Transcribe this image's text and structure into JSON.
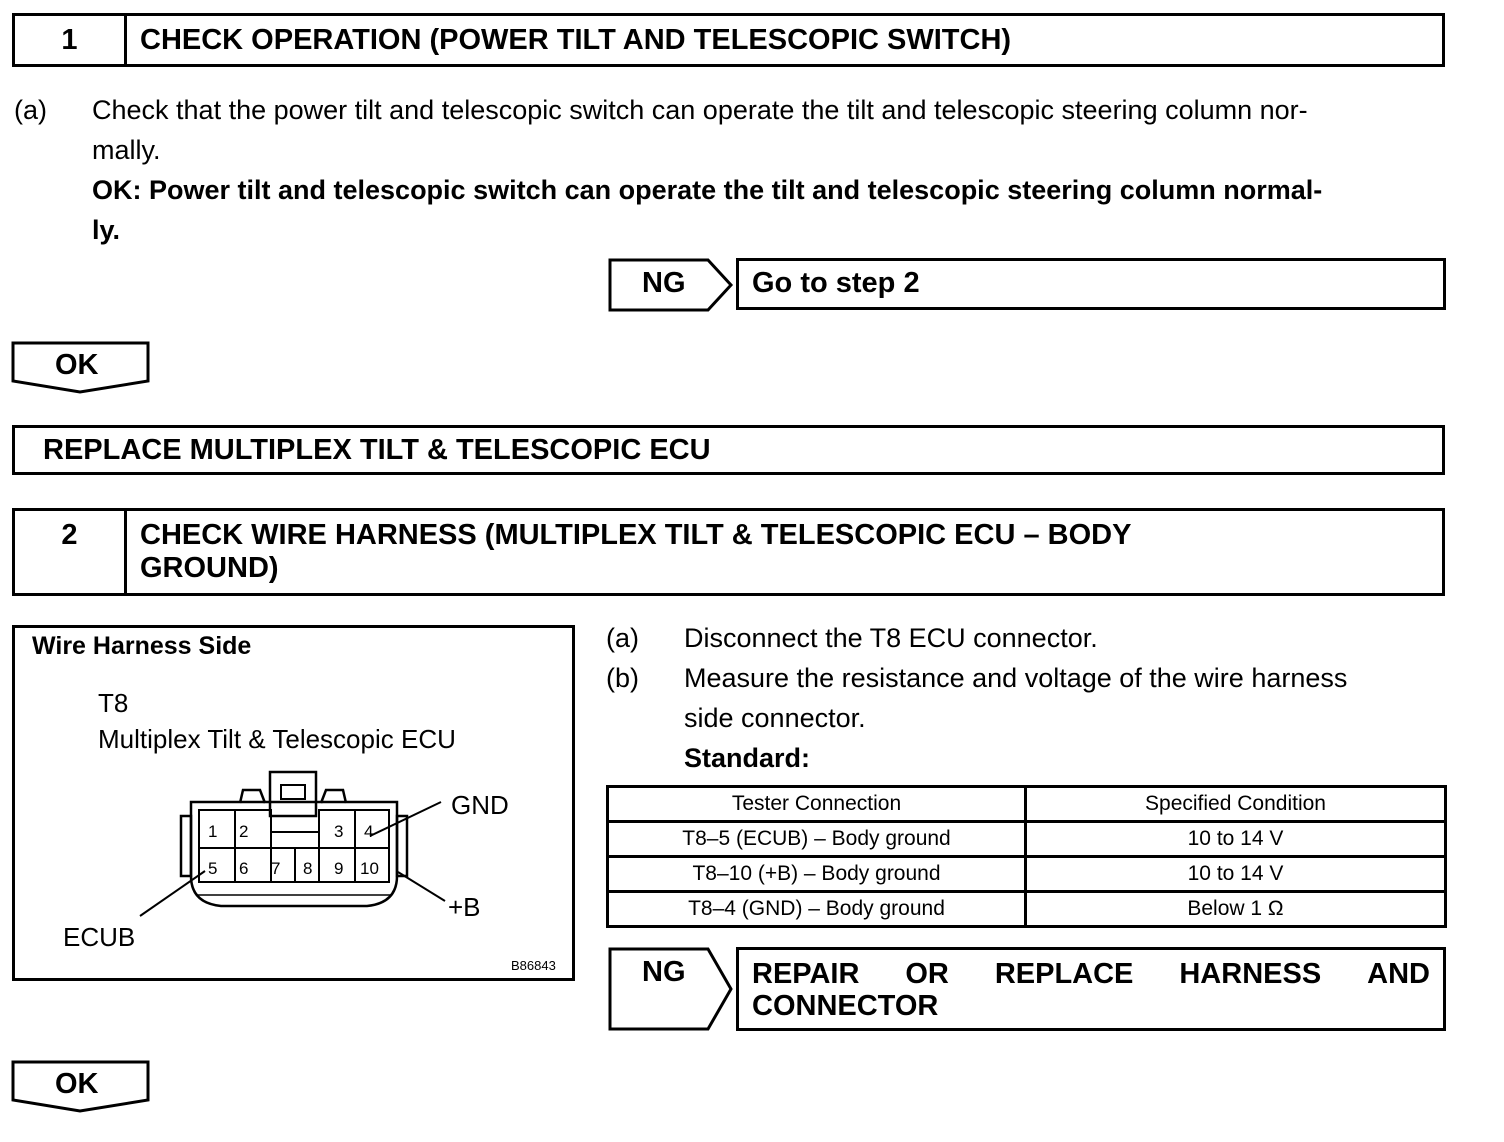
{
  "step1": {
    "number": "1",
    "title": "CHECK OPERATION (POWER TILT AND TELESCOPIC SWITCH)",
    "item_a_label": "(a)",
    "item_a_text_line1": "Check that the power tilt and telescopic switch can operate the tilt and telescopic steering column nor-",
    "item_a_text_line2": "mally.",
    "ok_line1": "OK: Power tilt and telescopic switch can operate the tilt and telescopic steering column normal-",
    "ok_line2": "ly.",
    "ng_label": "NG",
    "ng_action": "Go to step 2",
    "ok_label": "OK",
    "replace_text": "REPLACE MULTIPLEX TILT & TELESCOPIC ECU"
  },
  "step2": {
    "number": "2",
    "title_line1": "CHECK WIRE HARNESS (MULTIPLEX TILT & TELESCOPIC ECU – BODY",
    "title_line2": "GROUND)",
    "diagram": {
      "heading": "Wire Harness Side",
      "connector_id": "T8",
      "connector_name": "Multiplex Tilt & Telescopic ECU",
      "pins_top": [
        "1",
        "2",
        "3",
        "4"
      ],
      "pins_bottom": [
        "5",
        "6",
        "7",
        "8",
        "9",
        "10"
      ],
      "label_gnd": "GND",
      "label_b": "+B",
      "label_ecub": "ECUB",
      "figure_code": "B86843"
    },
    "item_a_label": "(a)",
    "item_a_text": "Disconnect the T8 ECU connector.",
    "item_b_label": "(b)",
    "item_b_text_line1": "Measure the resistance and voltage of the wire harness",
    "item_b_text_line2": "side connector.",
    "standard_label": "Standard:",
    "table": {
      "headers": [
        "Tester Connection",
        "Specified Condition"
      ],
      "rows": [
        [
          "T8–5 (ECUB) – Body ground",
          "10 to 14 V"
        ],
        [
          "T8–10 (+B) – Body ground",
          "10 to 14 V"
        ],
        [
          "T8–4 (GND) – Body ground",
          "Below 1 Ω"
        ]
      ]
    },
    "ng_label": "NG",
    "ng_action_line1": [
      "REPAIR",
      "OR",
      "REPLACE",
      "HARNESS",
      "AND"
    ],
    "ng_action_line2": "CONNECTOR",
    "ok_label": "OK"
  }
}
